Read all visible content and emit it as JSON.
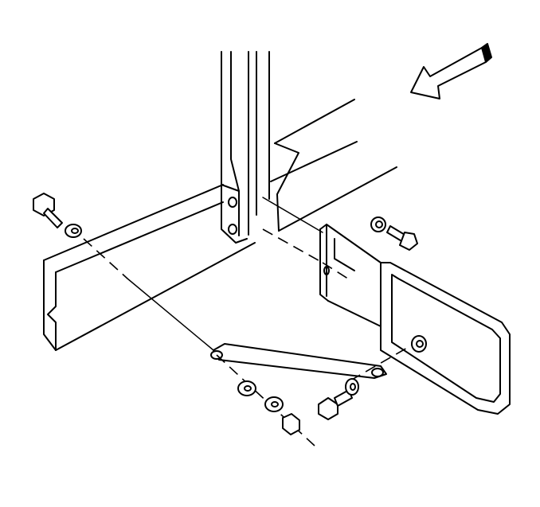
{
  "diagram": {
    "kind": "exploded-assembly",
    "parts": [
      "frame-rail",
      "vertical-post",
      "mounting-bracket",
      "support-strap",
      "bolt",
      "washer",
      "nut",
      "direction-arrow"
    ]
  }
}
